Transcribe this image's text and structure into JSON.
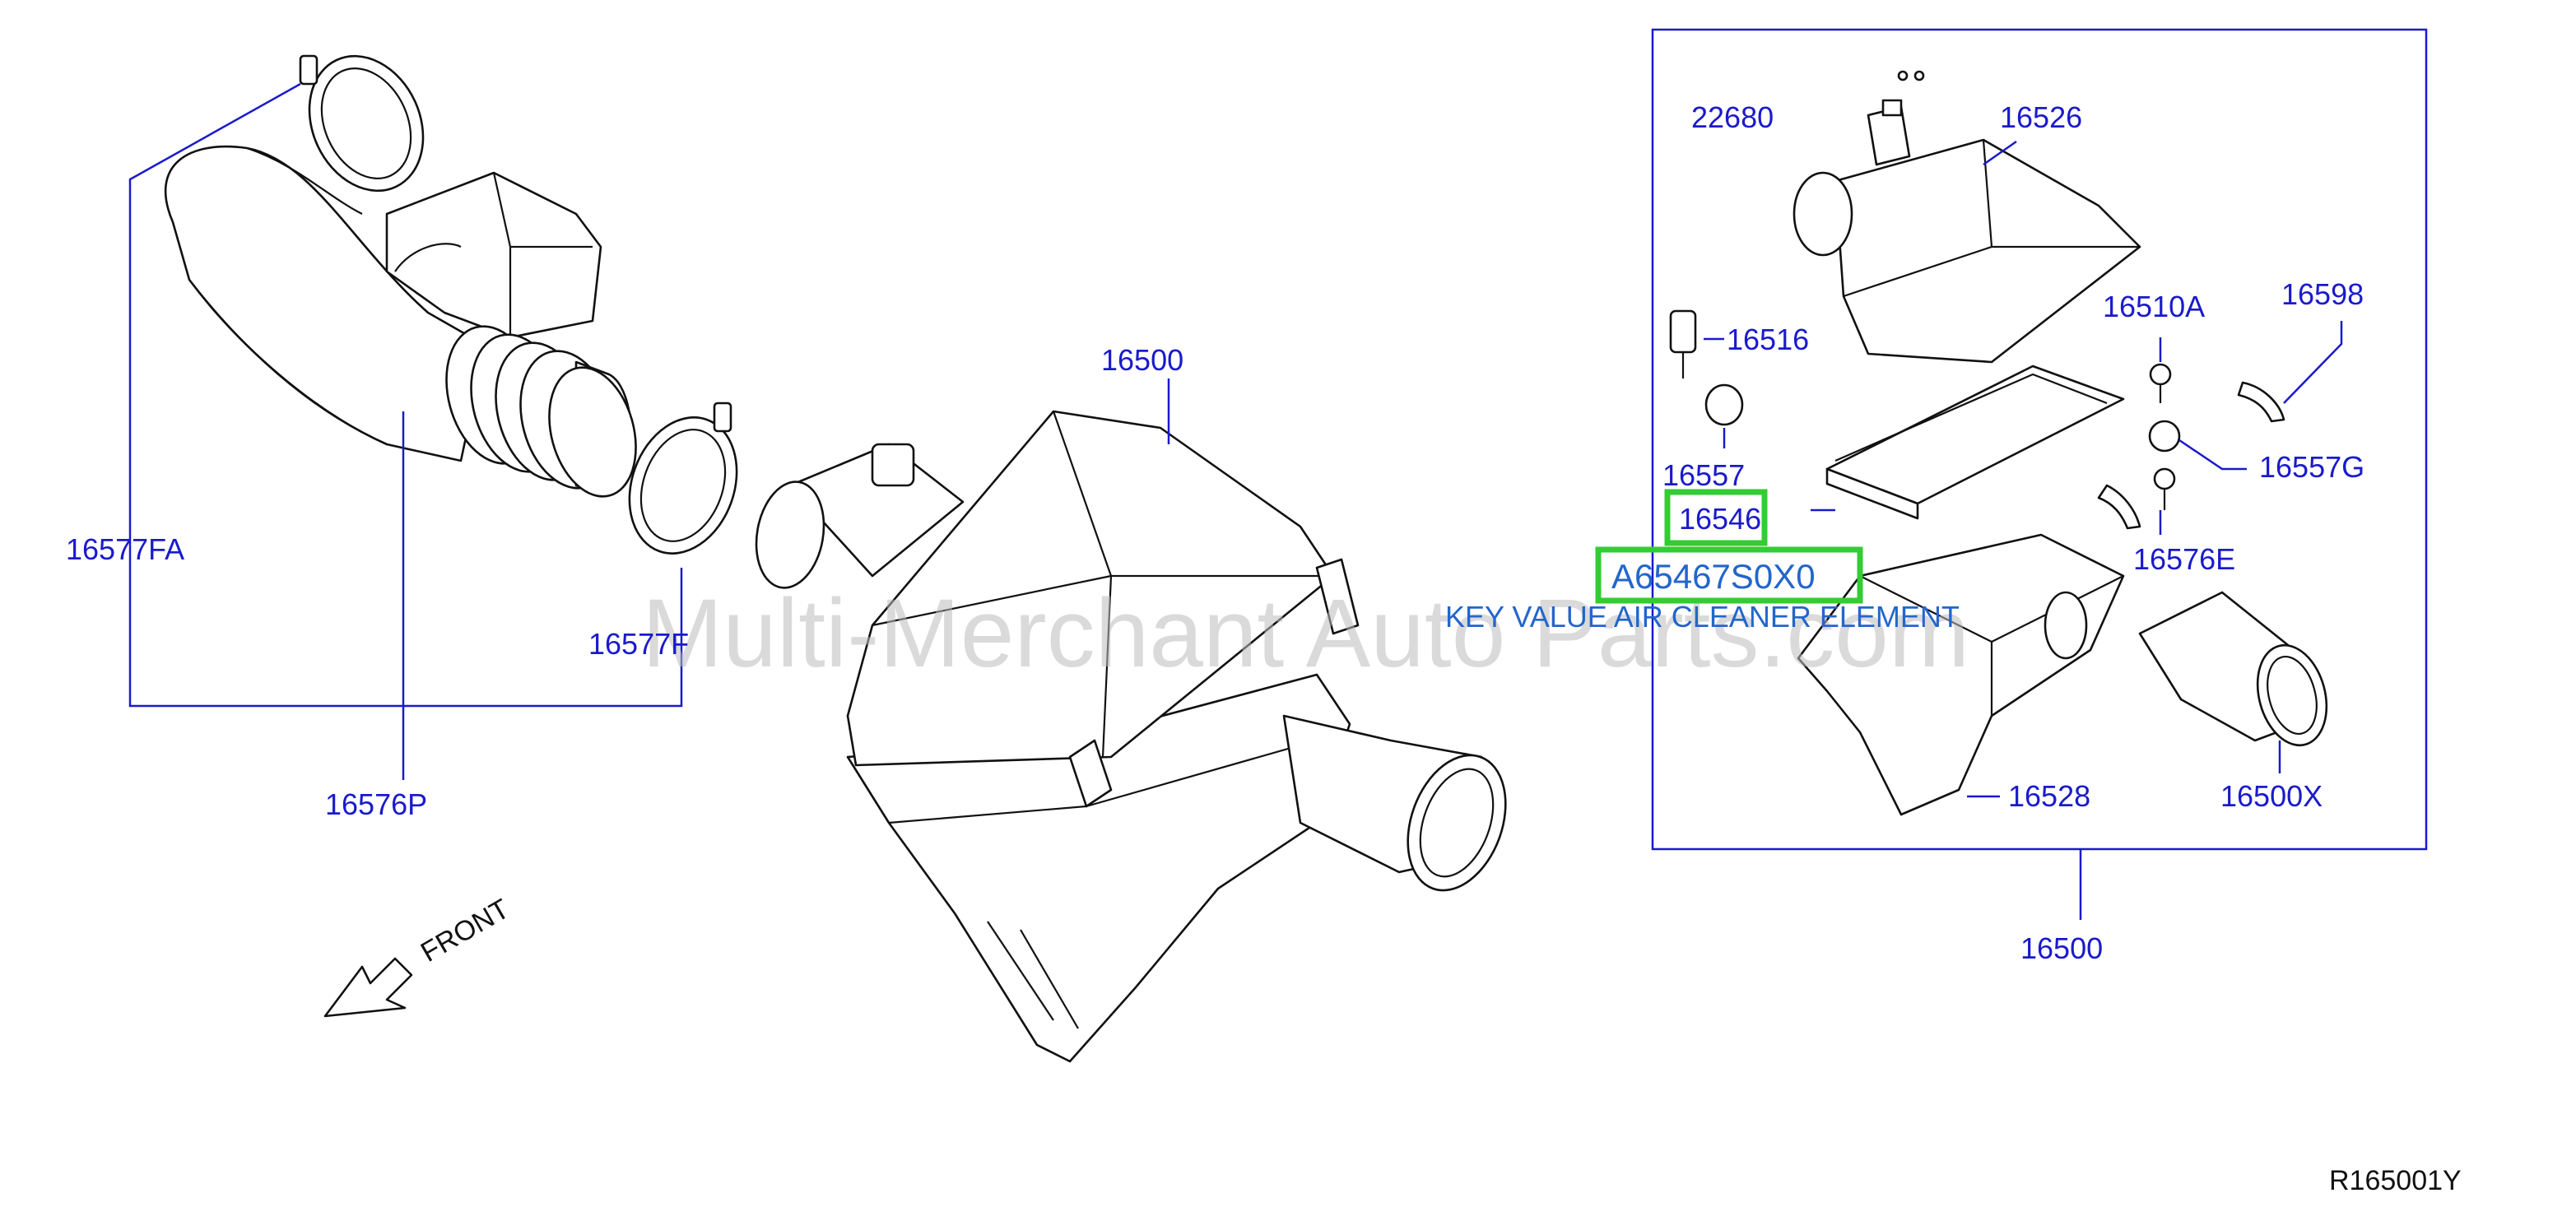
{
  "diagram": {
    "reference_code": "R165001Y",
    "front_label": "FRONT",
    "watermark": "Multi-Merchant Auto Parts.com",
    "key_part": {
      "code": "A65467S0X0",
      "description": "KEY VALUE AIR CLEANER ELEMENT"
    },
    "highlight_color": "#33cc33",
    "label_color": "#1a1acc",
    "part_labels": {
      "p16577FA": "16577FA",
      "p16576P": "16576P",
      "p16577F": "16577F",
      "p16500_main": "16500",
      "p16500_box": "16500",
      "p22680": "22680",
      "p16526": "16526",
      "p16516": "16516",
      "p16510A": "16510A",
      "p16598": "16598",
      "p16557": "16557",
      "p16557G": "16557G",
      "p16546": "16546",
      "p16576E": "16576E",
      "p16528": "16528",
      "p16500X": "16500X"
    }
  }
}
